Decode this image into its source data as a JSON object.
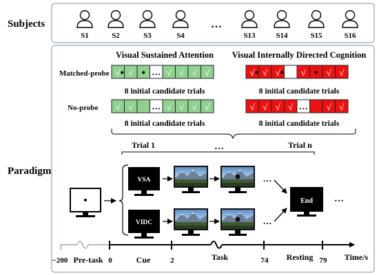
{
  "subjects": {
    "section_label": "Subjects",
    "items": [
      {
        "label": "S1"
      },
      {
        "label": "S2"
      },
      {
        "label": "S3"
      },
      {
        "label": "S4"
      },
      {
        "label": "S13"
      },
      {
        "label": "S14"
      },
      {
        "label": "S15"
      },
      {
        "label": "S16"
      }
    ],
    "ellipsis": "…"
  },
  "paradigm": {
    "section_label": "Paradigm",
    "conditions": {
      "vsa_title": "Visual Sustained Attention",
      "vidc_title": "Visual Internally Directed Cognition",
      "matched_probe_label": "Matched-probe",
      "no_probe_label": "No-probe",
      "candidate_label": "8 initial candidate trials",
      "check_mark": "√",
      "dots": "…",
      "colors": {
        "vsa": "#90d090",
        "vidc": "#ee1111"
      }
    },
    "trials": {
      "first": "Trial 1",
      "ellipsis": "…",
      "last": "Trial n",
      "cue_vsa": "VSA",
      "cue_vidc": "VIDC",
      "end": "End",
      "dots": "…",
      "trailing_dots": "…"
    },
    "timeline": {
      "tick_m200": "−200",
      "pretask": "Pre-task",
      "tick_0": "0",
      "cue": "Cue",
      "tick_2": "2",
      "task": "Task",
      "tick_74": "74",
      "resting": "Resting",
      "tick_79": "79",
      "unit": "Time/s"
    }
  }
}
